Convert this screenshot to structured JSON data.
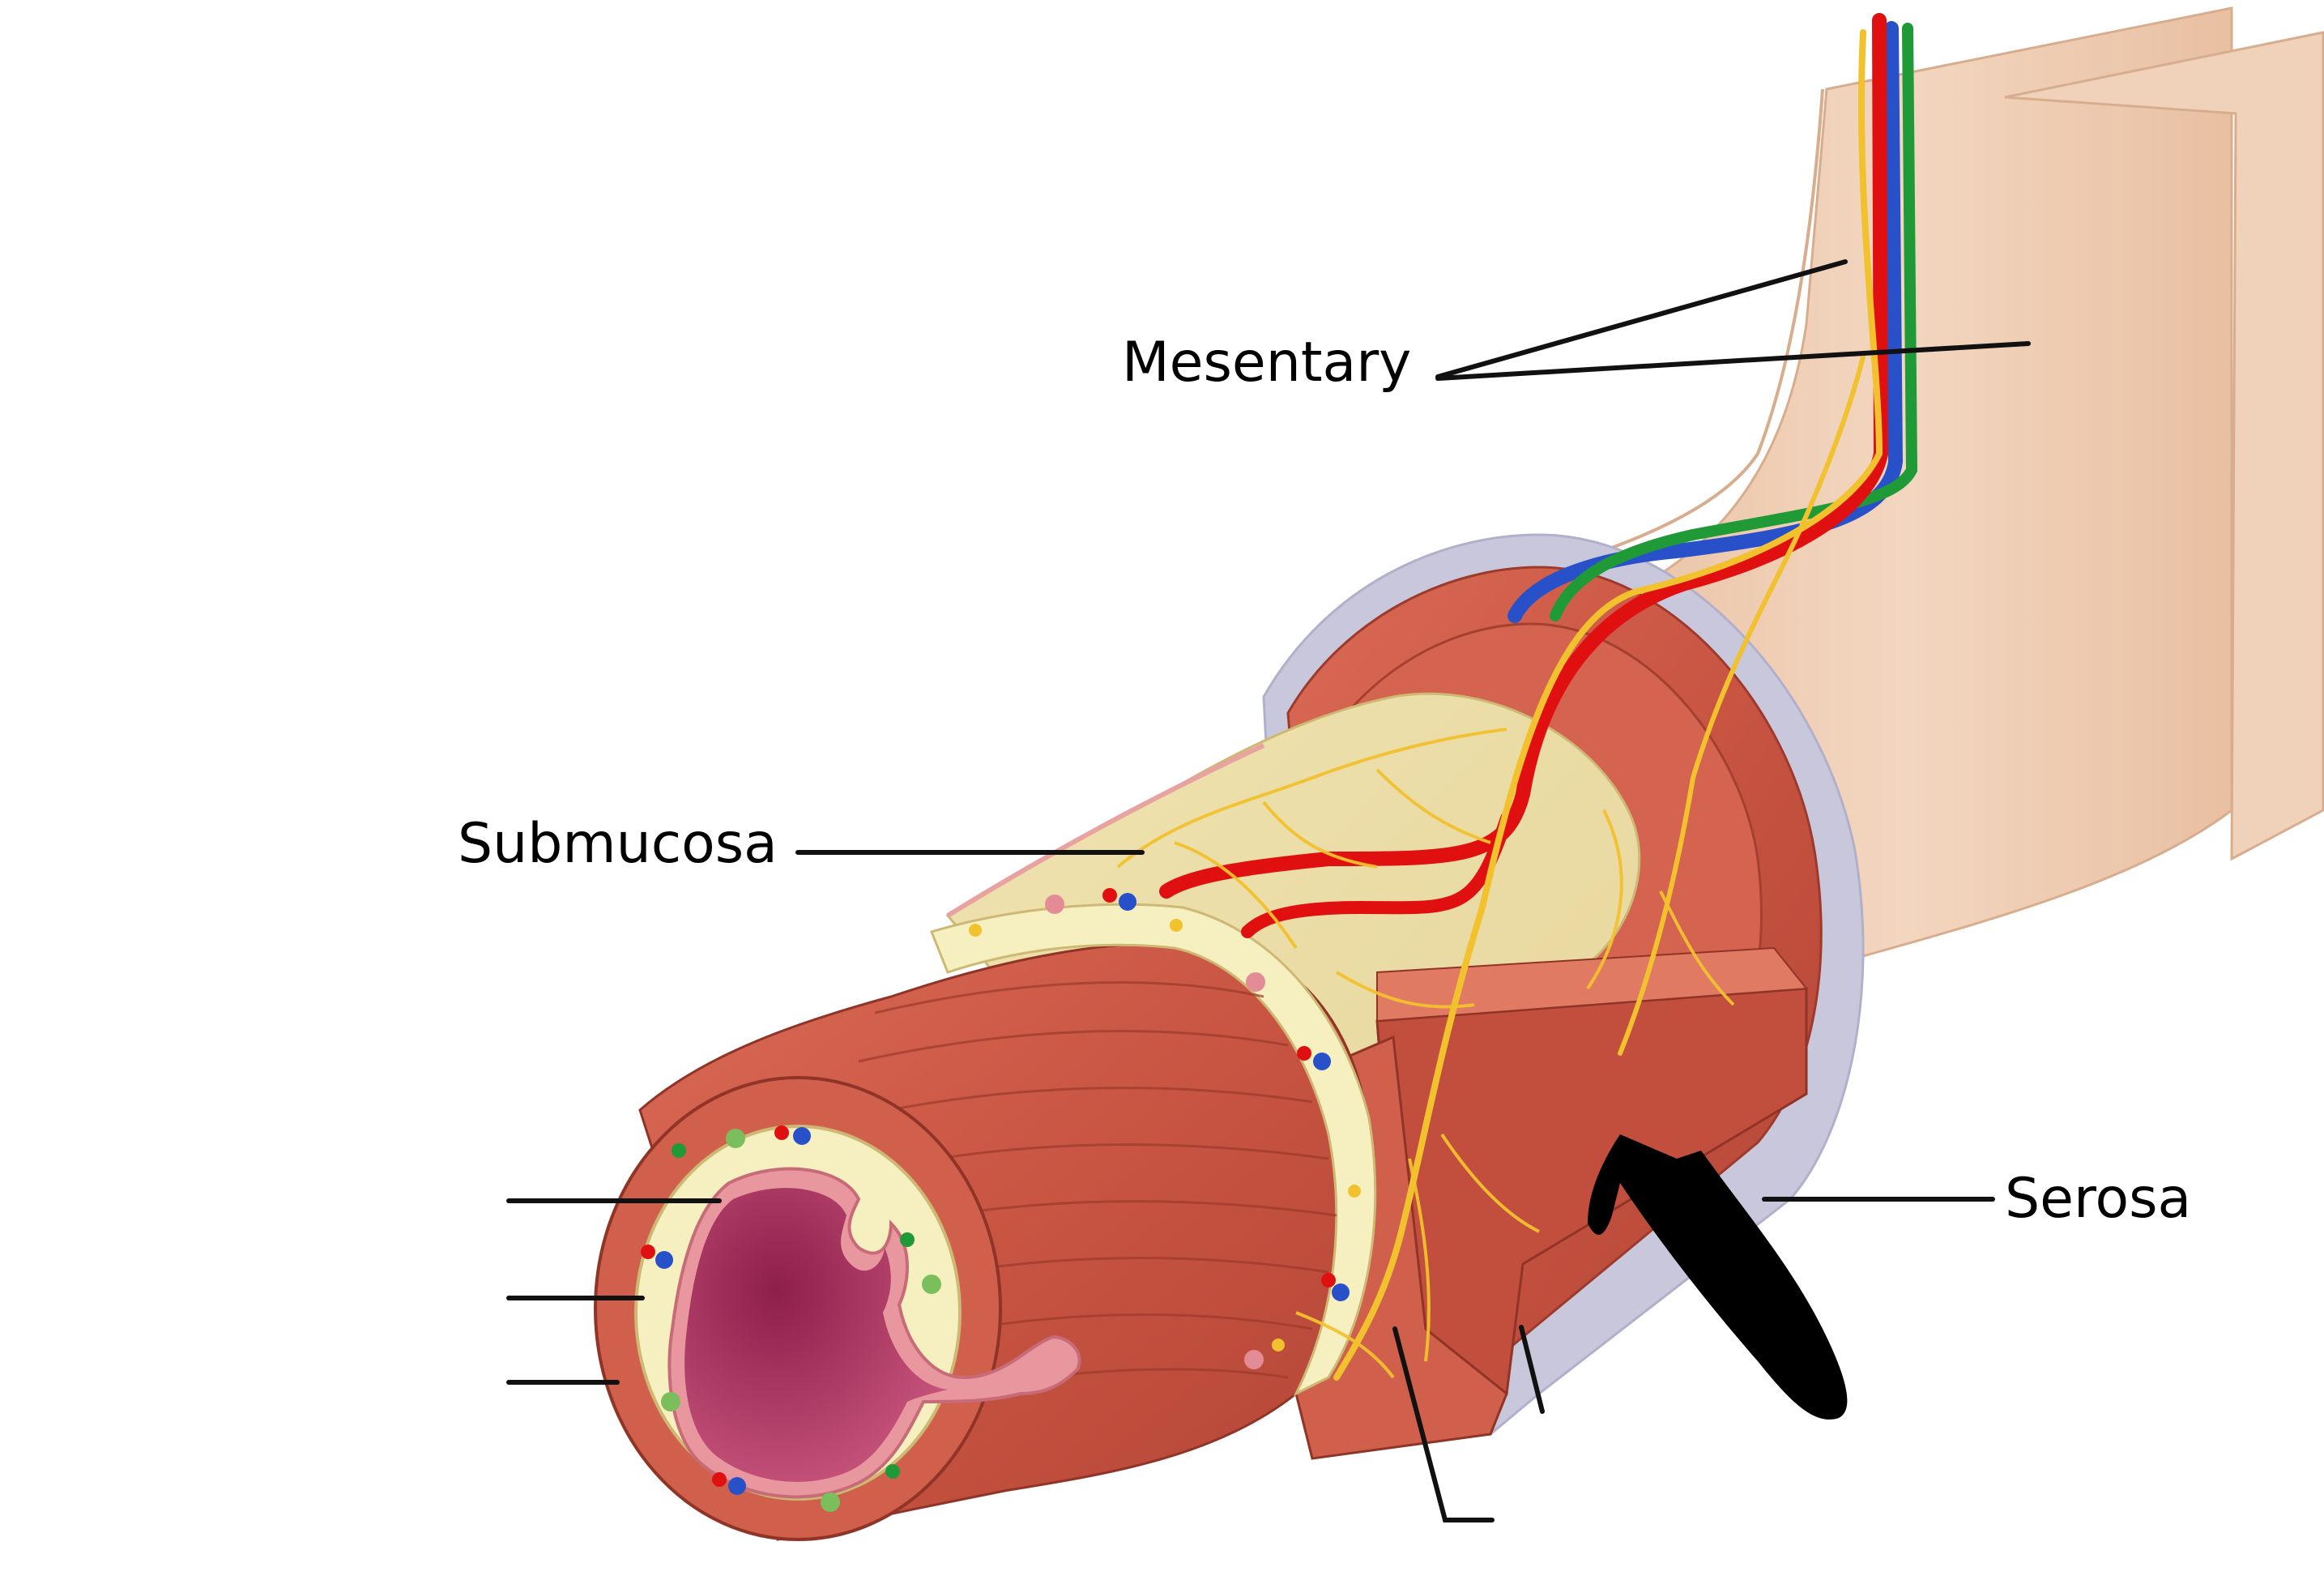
{
  "labels": {
    "mesentery": "Mesentary",
    "submucosa": "Submucosa",
    "serosa": "Serosa"
  },
  "colors": {
    "mesentery": "#efccb2",
    "serosa_layer": "#c9c7dc",
    "muscle": "#cf5b48",
    "muscle_light": "#e07a62",
    "submucosa": "#f6efc0",
    "mucosa_pink": "#e48c96",
    "lumen": "#a93a63",
    "artery": "#e01010",
    "vein": "#2851c9",
    "lymph": "#1f9a37",
    "nerve": "#f2c12e",
    "leader_line": "#111111"
  }
}
